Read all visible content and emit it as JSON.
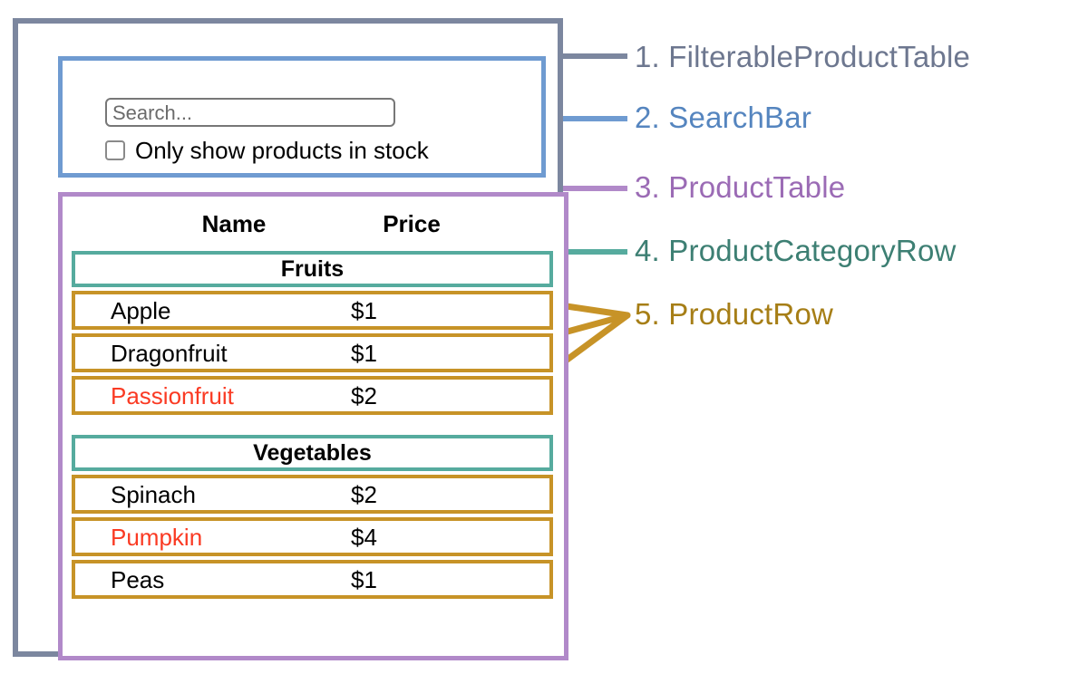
{
  "diagram": {
    "title": "React component breakdown diagram",
    "colors": {
      "filterable_product_table": "#7c879f",
      "search_bar": "#6f9bd1",
      "product_table": "#b189c9",
      "product_category_row": "#56ab9e",
      "product_row": "#c79327",
      "out_of_stock_text": "#fa3a23"
    }
  },
  "search_bar": {
    "input_value": "",
    "input_placeholder": "Search...",
    "checkbox_label": "Only show products in stock",
    "checkbox_checked": false
  },
  "product_table": {
    "headers": {
      "name": "Name",
      "price": "Price"
    },
    "groups": [
      {
        "category": "Fruits",
        "products": [
          {
            "name": "Apple",
            "price": "$1",
            "in_stock": true
          },
          {
            "name": "Dragonfruit",
            "price": "$1",
            "in_stock": true
          },
          {
            "name": "Passionfruit",
            "price": "$2",
            "in_stock": false
          }
        ]
      },
      {
        "category": "Vegetables",
        "products": [
          {
            "name": "Spinach",
            "price": "$2",
            "in_stock": true
          },
          {
            "name": "Pumpkin",
            "price": "$4",
            "in_stock": false
          },
          {
            "name": "Peas",
            "price": "$1",
            "in_stock": true
          }
        ]
      }
    ]
  },
  "legend": [
    {
      "number": "1.",
      "label": "FilterableProductTable",
      "color": "#6d778f"
    },
    {
      "number": "2.",
      "label": "SearchBar",
      "color": "#5585bf"
    },
    {
      "number": "3.",
      "label": "ProductTable",
      "color": "#9b6bb5"
    },
    {
      "number": "4.",
      "label": "ProductCategoryRow",
      "color": "#3d7f73"
    },
    {
      "number": "5.",
      "label": "ProductRow",
      "color": "#a67e16"
    }
  ]
}
